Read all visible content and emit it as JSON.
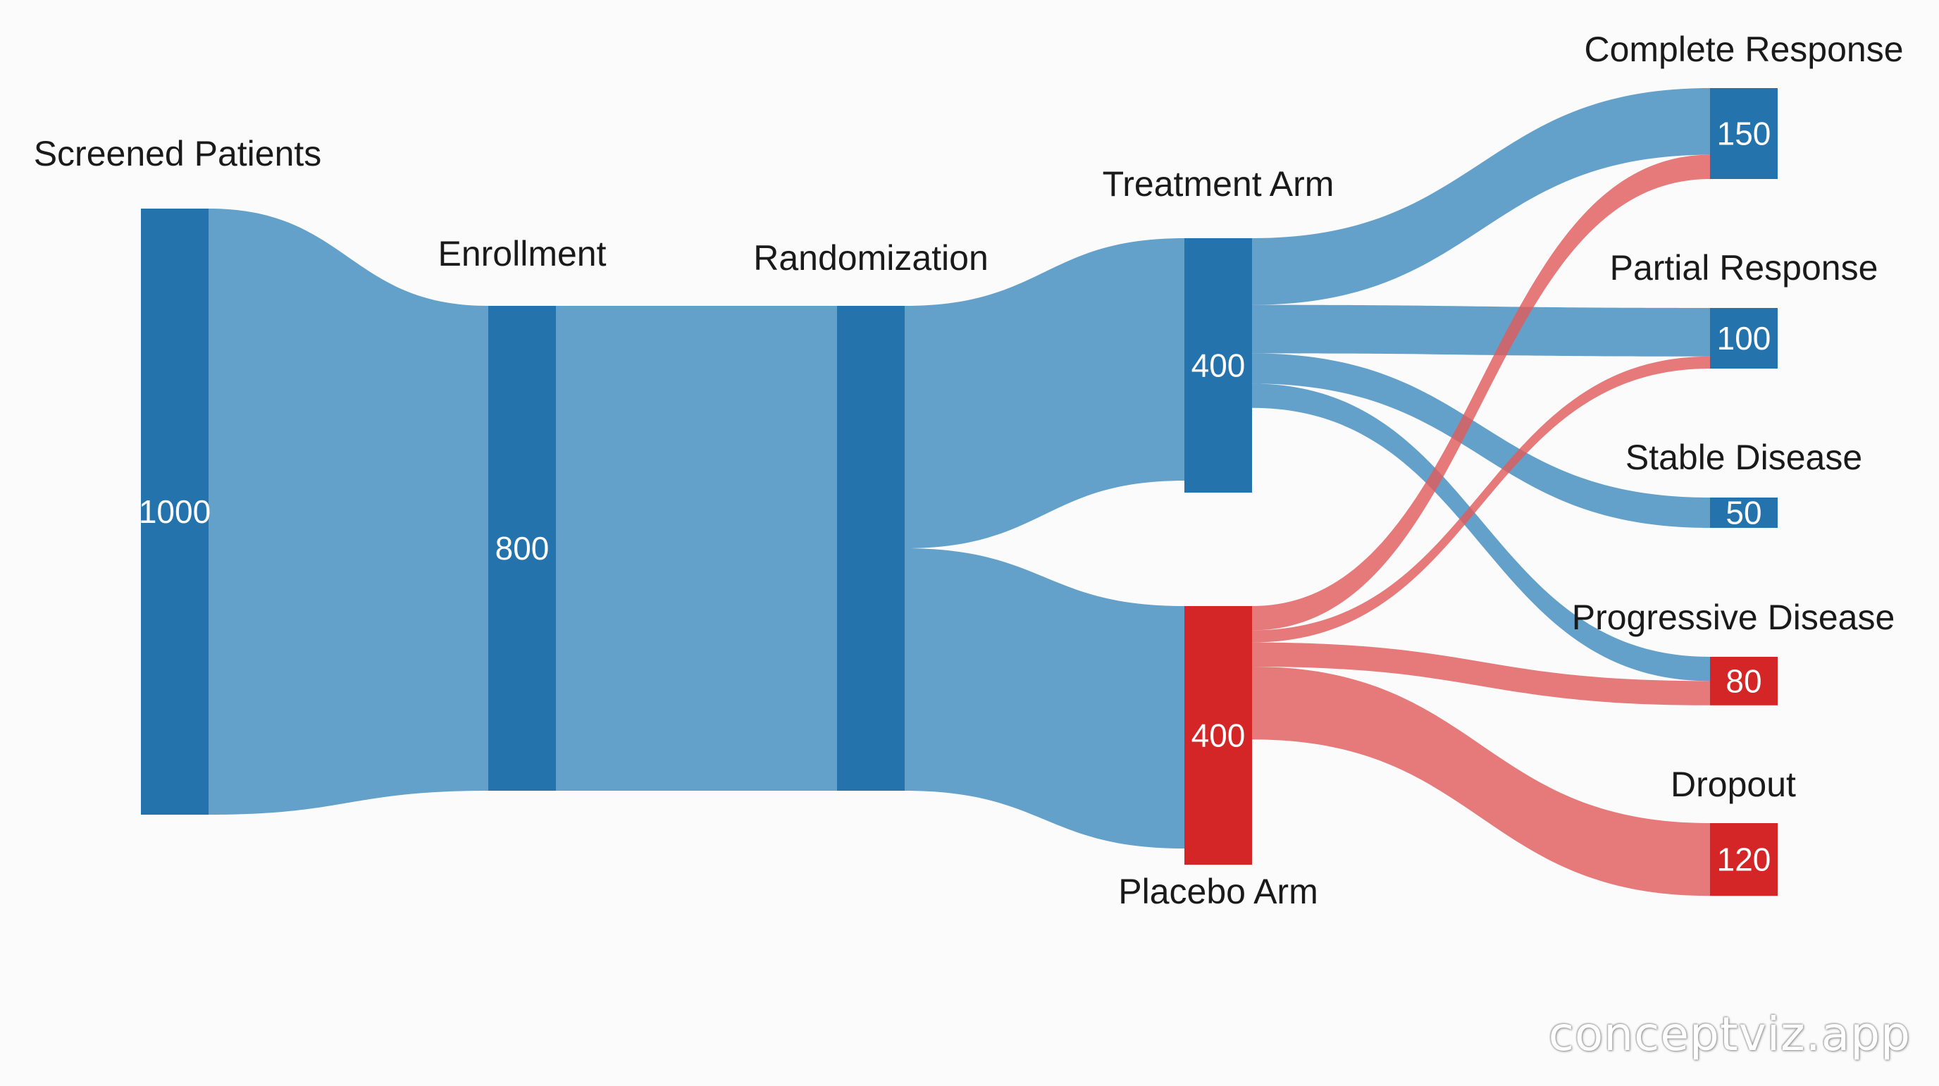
{
  "chart_data": {
    "type": "sankey",
    "nodes": [
      {
        "id": "screened",
        "label": "Screened Patients",
        "value": 1000,
        "value_label": "1000",
        "column": 0,
        "group": "blue"
      },
      {
        "id": "enrollment",
        "label": "Enrollment",
        "value": 800,
        "value_label": "800",
        "column": 1,
        "group": "blue"
      },
      {
        "id": "randomization",
        "label": "Randomization",
        "value": 800,
        "value_label": "",
        "column": 2,
        "group": "blue"
      },
      {
        "id": "treatment",
        "label": "Treatment Arm",
        "value": 400,
        "value_label": "400",
        "column": 3,
        "group": "blue"
      },
      {
        "id": "placebo",
        "label": "Placebo Arm",
        "value": 400,
        "value_label": "400",
        "column": 3,
        "group": "red"
      },
      {
        "id": "complete",
        "label": "Complete Response",
        "value": 150,
        "value_label": "150",
        "column": 4,
        "group": "blue"
      },
      {
        "id": "partial",
        "label": "Partial Response",
        "value": 100,
        "value_label": "100",
        "column": 4,
        "group": "blue"
      },
      {
        "id": "stable",
        "label": "Stable Disease",
        "value": 50,
        "value_label": "50",
        "column": 4,
        "group": "blue"
      },
      {
        "id": "progressive",
        "label": "Progressive Disease",
        "value": 80,
        "value_label": "80",
        "column": 4,
        "group": "red"
      },
      {
        "id": "dropout",
        "label": "Dropout",
        "value": 120,
        "value_label": "120",
        "column": 4,
        "group": "red"
      }
    ],
    "links": [
      {
        "source": "screened",
        "target": "enrollment",
        "value": 800
      },
      {
        "source": "enrollment",
        "target": "randomization",
        "value": 800
      },
      {
        "source": "randomization",
        "target": "treatment",
        "value": 400
      },
      {
        "source": "randomization",
        "target": "placebo",
        "value": 400
      },
      {
        "source": "treatment",
        "target": "complete",
        "value": 110
      },
      {
        "source": "treatment",
        "target": "partial",
        "value": 80
      },
      {
        "source": "treatment",
        "target": "stable",
        "value": 50
      },
      {
        "source": "treatment",
        "target": "progressive",
        "value": 40
      },
      {
        "source": "placebo",
        "target": "complete",
        "value": 40
      },
      {
        "source": "placebo",
        "target": "partial",
        "value": 20
      },
      {
        "source": "placebo",
        "target": "progressive",
        "value": 40
      },
      {
        "source": "placebo",
        "target": "dropout",
        "value": 120
      }
    ]
  },
  "colors": {
    "blue_node": "#2473ad",
    "blue_link": "#5b9bc7",
    "red_node": "#d42626",
    "red_link": "#e05b5b",
    "label": "#1a1a1a",
    "background": "#fbfbfb"
  },
  "watermark": "conceptviz.app"
}
